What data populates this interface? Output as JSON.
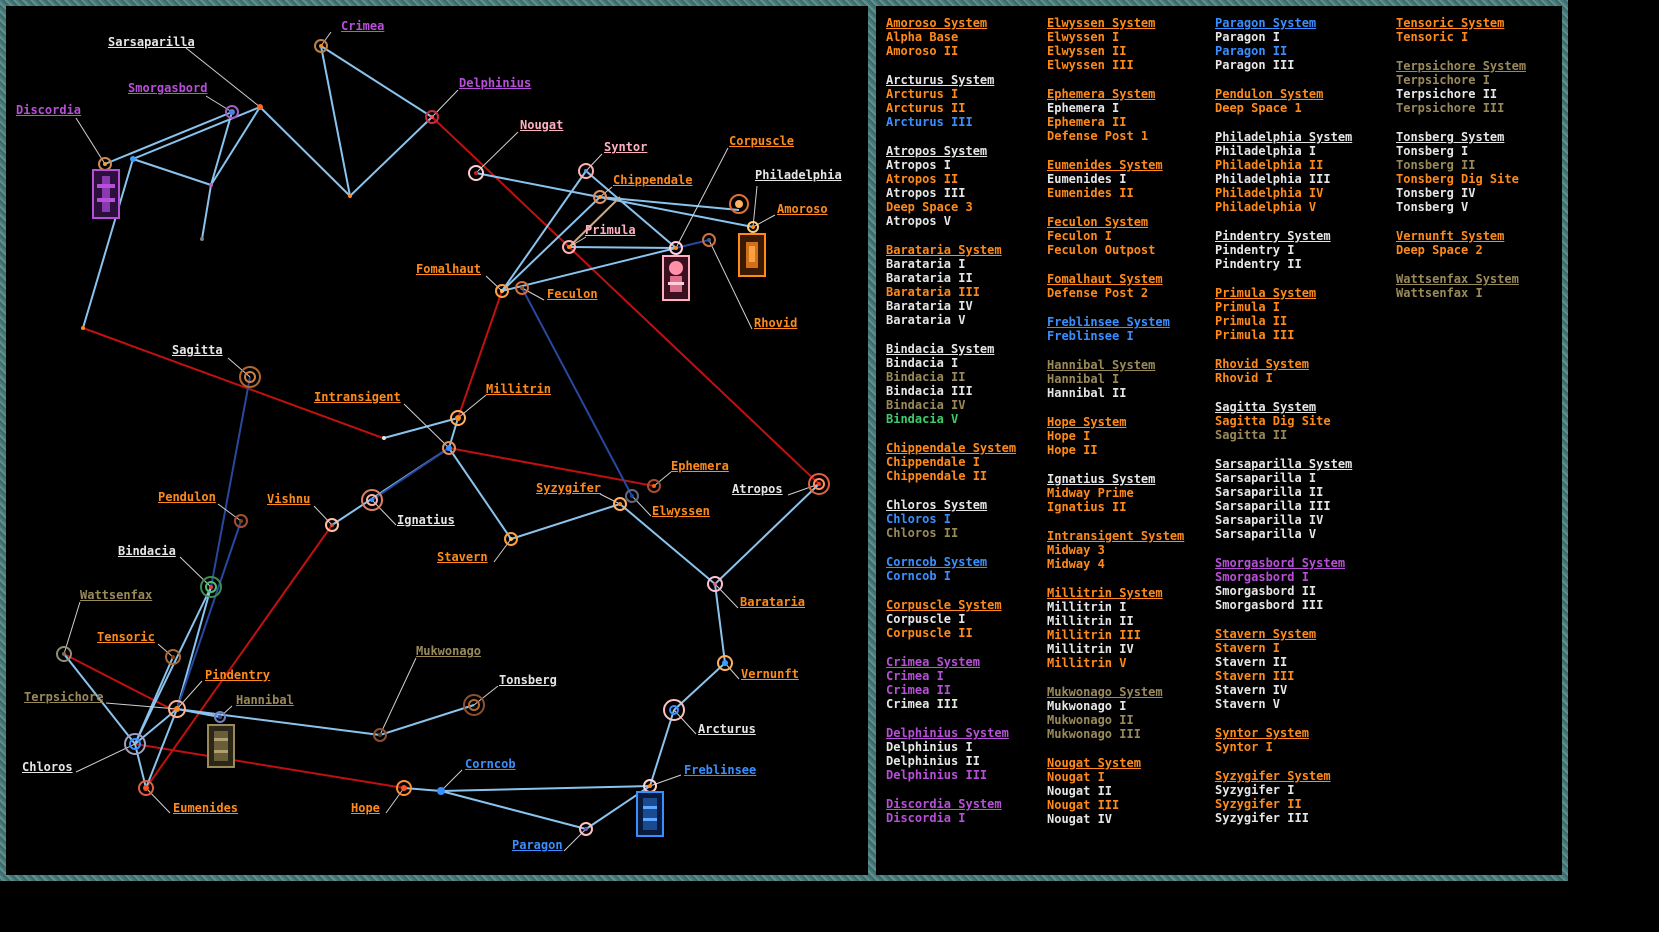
{
  "colors": {
    "white": "#e6e6e6",
    "orange": "#ff8a1c",
    "purple": "#b84fd8",
    "blue": "#3a8fff",
    "olive": "#9a8a5a",
    "green": "#3dcc6a",
    "pink": "#ffb0c0",
    "red_route": "#c01010",
    "blue_route": "#8ac4ee",
    "dblue_route": "#2848a0",
    "yellow_route": "#ccaa88"
  },
  "map_labels": {
    "crimea": "Crimea",
    "sarsaparilla": "Sarsaparilla",
    "smorgasbord": "Smorgasbord",
    "discordia": "Discordia",
    "delphinius": "Delphinius",
    "nougat": "Nougat",
    "syntor": "Syntor",
    "corpuscle": "Corpuscle",
    "chippendale": "Chippendale",
    "philadelphia": "Philadelphia",
    "amoroso": "Amoroso",
    "primula": "Primula",
    "fomalhaut": "Fomalhaut",
    "feculon": "Feculon",
    "rhovid": "Rhovid",
    "sagitta": "Sagitta",
    "intransigent": "Intransigent",
    "millitrin": "Millitrin",
    "ephemera": "Ephemera",
    "syzygifer": "Syzygifer",
    "elwyssen": "Elwyssen",
    "atropos": "Atropos",
    "pendulon": "Pendulon",
    "vishnu": "Vishnu",
    "ignatius": "Ignatius",
    "stavern": "Stavern",
    "bindacia": "Bindacia",
    "barataria": "Barataria",
    "wattsenfax": "Wattsenfax",
    "tensoric": "Tensoric",
    "mukwonago": "Mukwonago",
    "pindentry": "Pindentry",
    "tonsberg": "Tonsberg",
    "vernunft": "Vernunft",
    "terpsichore": "Terpsichore",
    "hannibal": "Hannibal",
    "arcturus": "Arcturus",
    "chloros": "Chloros",
    "corncob": "Corncob",
    "freblinsee": "Freblinsee",
    "eumenides": "Eumenides",
    "hope": "Hope",
    "paragon": "Paragon"
  },
  "columns": [
    [
      {
        "head": "Amoroso System",
        "hc": "orange",
        "items": [
          [
            "Alpha Base",
            "orange"
          ],
          [
            "Amoroso II",
            "orange"
          ]
        ]
      },
      {
        "head": "Arcturus System",
        "hc": "white",
        "items": [
          [
            "Arcturus I",
            "orange"
          ],
          [
            "Arcturus II",
            "orange"
          ],
          [
            "Arcturus III",
            "blue"
          ]
        ]
      },
      {
        "head": "Atropos System",
        "hc": "white",
        "items": [
          [
            "Atropos I",
            "white"
          ],
          [
            "Atropos II",
            "orange"
          ],
          [
            "Atropos III",
            "white"
          ],
          [
            "Deep Space 3",
            "orange"
          ],
          [
            "Atropos V",
            "white"
          ]
        ]
      },
      {
        "head": "Barataria System",
        "hc": "orange",
        "items": [
          [
            "Barataria I",
            "white"
          ],
          [
            "Barataria II",
            "white"
          ],
          [
            "Barataria III",
            "orange"
          ],
          [
            "Barataria IV",
            "white"
          ],
          [
            "Barataria V",
            "white"
          ]
        ]
      },
      {
        "head": "Bindacia System",
        "hc": "white",
        "items": [
          [
            "Bindacia I",
            "white"
          ],
          [
            "Bindacia II",
            "olive"
          ],
          [
            "Bindacia III",
            "white"
          ],
          [
            "Bindacia IV",
            "olive"
          ],
          [
            "Bindacia V",
            "green"
          ]
        ]
      },
      {
        "head": "Chippendale System",
        "hc": "orange",
        "items": [
          [
            "Chippendale I",
            "orange"
          ],
          [
            "Chippendale II",
            "orange"
          ]
        ]
      },
      {
        "head": "Chloros System",
        "hc": "white",
        "items": [
          [
            "Chloros I",
            "blue"
          ],
          [
            "Chloros II",
            "olive"
          ]
        ]
      },
      {
        "head": "Corncob System",
        "hc": "blue",
        "items": [
          [
            "Corncob I",
            "blue"
          ]
        ]
      },
      {
        "head": "Corpuscle System",
        "hc": "orange",
        "items": [
          [
            "Corpuscle I",
            "white"
          ],
          [
            "Corpuscle II",
            "orange"
          ]
        ]
      },
      {
        "head": "Crimea System",
        "hc": "purple",
        "items": [
          [
            "Crimea I",
            "purple"
          ],
          [
            "Crimea II",
            "purple"
          ],
          [
            "Crimea III",
            "white"
          ]
        ]
      },
      {
        "head": "Delphinius System",
        "hc": "purple",
        "items": [
          [
            "Delphinius I",
            "white"
          ],
          [
            "Delphinius II",
            "white"
          ],
          [
            "Delphinius III",
            "purple"
          ]
        ]
      },
      {
        "head": "Discordia System",
        "hc": "purple",
        "items": [
          [
            "Discordia I",
            "purple"
          ]
        ]
      }
    ],
    [
      {
        "head": "Elwyssen System",
        "hc": "orange",
        "items": [
          [
            "Elwyssen I",
            "orange"
          ],
          [
            "Elwyssen II",
            "orange"
          ],
          [
            "Elwyssen III",
            "orange"
          ]
        ]
      },
      {
        "head": "Ephemera System",
        "hc": "orange",
        "items": [
          [
            "Ephemera I",
            "white"
          ],
          [
            "Ephemera II",
            "orange"
          ],
          [
            "Defense Post 1",
            "orange"
          ]
        ]
      },
      {
        "head": "Eumenides System",
        "hc": "orange",
        "items": [
          [
            "Eumenides I",
            "white"
          ],
          [
            "Eumenides II",
            "orange"
          ]
        ]
      },
      {
        "head": "Feculon System",
        "hc": "orange",
        "items": [
          [
            "Feculon I",
            "orange"
          ],
          [
            "Feculon Outpost",
            "orange"
          ]
        ]
      },
      {
        "head": "Fomalhaut System",
        "hc": "orange",
        "items": [
          [
            "Defense Post 2",
            "orange"
          ]
        ]
      },
      {
        "head": "Freblinsee System",
        "hc": "blue",
        "items": [
          [
            "Freblinsee I",
            "blue"
          ]
        ]
      },
      {
        "head": "Hannibal System",
        "hc": "olive",
        "items": [
          [
            "Hannibal I",
            "olive"
          ],
          [
            "Hannibal II",
            "white"
          ]
        ]
      },
      {
        "head": "Hope System",
        "hc": "orange",
        "items": [
          [
            "Hope I",
            "orange"
          ],
          [
            "Hope II",
            "orange"
          ]
        ]
      },
      {
        "head": "Ignatius System",
        "hc": "white",
        "items": [
          [
            "Midway Prime",
            "orange"
          ],
          [
            "Ignatius II",
            "orange"
          ]
        ]
      },
      {
        "head": "Intransigent System",
        "hc": "orange",
        "items": [
          [
            "Midway 3",
            "orange"
          ],
          [
            "Midway 4",
            "orange"
          ]
        ]
      },
      {
        "head": "Millitrin System",
        "hc": "orange",
        "items": [
          [
            "Millitrin I",
            "white"
          ],
          [
            "Millitrin II",
            "white"
          ],
          [
            "Millitrin III",
            "orange"
          ],
          [
            "Millitrin IV",
            "white"
          ],
          [
            "Millitrin V",
            "orange"
          ]
        ]
      },
      {
        "head": "Mukwonago System",
        "hc": "olive",
        "items": [
          [
            "Mukwonago I",
            "white"
          ],
          [
            "Mukwonago II",
            "olive"
          ],
          [
            "Mukwonago III",
            "olive"
          ]
        ]
      },
      {
        "head": "Nougat System",
        "hc": "orange",
        "items": [
          [
            "Nougat I",
            "orange"
          ],
          [
            "Nougat II",
            "white"
          ],
          [
            "Nougat III",
            "orange"
          ],
          [
            "Nougat IV",
            "white"
          ]
        ]
      }
    ],
    [
      {
        "head": "Paragon System",
        "hc": "blue",
        "items": [
          [
            "Paragon I",
            "white"
          ],
          [
            "Paragon II",
            "blue"
          ],
          [
            "Paragon III",
            "white"
          ]
        ]
      },
      {
        "head": "Pendulon System",
        "hc": "orange",
        "items": [
          [
            "Deep Space 1",
            "orange"
          ]
        ]
      },
      {
        "head": "Philadelphia System",
        "hc": "white",
        "items": [
          [
            "Philadelphia I",
            "white"
          ],
          [
            "Philadelphia II",
            "orange"
          ],
          [
            "Philadelphia III",
            "white"
          ],
          [
            "Philadelphia IV",
            "orange"
          ],
          [
            "Philadelphia V",
            "orange"
          ]
        ]
      },
      {
        "head": "Pindentry System",
        "hc": "white",
        "items": [
          [
            "Pindentry I",
            "white"
          ],
          [
            "Pindentry II",
            "white"
          ]
        ]
      },
      {
        "head": "Primula System",
        "hc": "orange",
        "items": [
          [
            "Primula I",
            "orange"
          ],
          [
            "Primula II",
            "orange"
          ],
          [
            "Primula III",
            "orange"
          ]
        ]
      },
      {
        "head": "Rhovid System",
        "hc": "orange",
        "items": [
          [
            "Rhovid I",
            "orange"
          ]
        ]
      },
      {
        "head": "Sagitta System",
        "hc": "white",
        "items": [
          [
            "Sagitta Dig Site",
            "orange"
          ],
          [
            "Sagitta II",
            "olive"
          ]
        ]
      },
      {
        "head": "Sarsaparilla System",
        "hc": "white",
        "items": [
          [
            "Sarsaparilla I",
            "white"
          ],
          [
            "Sarsaparilla II",
            "white"
          ],
          [
            "Sarsaparilla III",
            "white"
          ],
          [
            "Sarsaparilla IV",
            "white"
          ],
          [
            "Sarsaparilla V",
            "white"
          ]
        ]
      },
      {
        "head": "Smorgasbord System",
        "hc": "purple",
        "items": [
          [
            "Smorgasbord I",
            "purple"
          ],
          [
            "Smorgasbord II",
            "white"
          ],
          [
            "Smorgasbord III",
            "white"
          ]
        ]
      },
      {
        "head": "Stavern System",
        "hc": "orange",
        "items": [
          [
            "Stavern I",
            "orange"
          ],
          [
            "Stavern II",
            "white"
          ],
          [
            "Stavern III",
            "orange"
          ],
          [
            "Stavern IV",
            "white"
          ],
          [
            "Stavern V",
            "white"
          ]
        ]
      },
      {
        "head": "Syntor System",
        "hc": "orange",
        "items": [
          [
            "Syntor I",
            "orange"
          ]
        ]
      },
      {
        "head": "Syzygifer System",
        "hc": "orange",
        "items": [
          [
            "Syzygifer I",
            "white"
          ],
          [
            "Syzygifer II",
            "orange"
          ],
          [
            "Syzygifer III",
            "white"
          ]
        ]
      }
    ],
    [
      {
        "head": "Tensoric System",
        "hc": "orange",
        "items": [
          [
            "Tensoric I",
            "orange"
          ]
        ]
      },
      {
        "head": "Terpsichore System",
        "hc": "olive",
        "items": [
          [
            "Terpsichore I",
            "olive"
          ],
          [
            "Terpsichore II",
            "white"
          ],
          [
            "Terpsichore III",
            "olive"
          ]
        ]
      },
      {
        "head": "Tonsberg System",
        "hc": "white",
        "items": [
          [
            "Tonsberg I",
            "white"
          ],
          [
            "Tonsberg II",
            "olive"
          ],
          [
            "Tonsberg Dig Site",
            "orange"
          ],
          [
            "Tonsberg IV",
            "white"
          ],
          [
            "Tonsberg V",
            "white"
          ]
        ]
      },
      {
        "head": "Vernunft System",
        "hc": "orange",
        "items": [
          [
            "Deep Space 2",
            "orange"
          ]
        ]
      },
      {
        "head": "Wattsenfax System",
        "hc": "olive",
        "items": [
          [
            "Wattsenfax I",
            "olive"
          ]
        ]
      }
    ]
  ]
}
